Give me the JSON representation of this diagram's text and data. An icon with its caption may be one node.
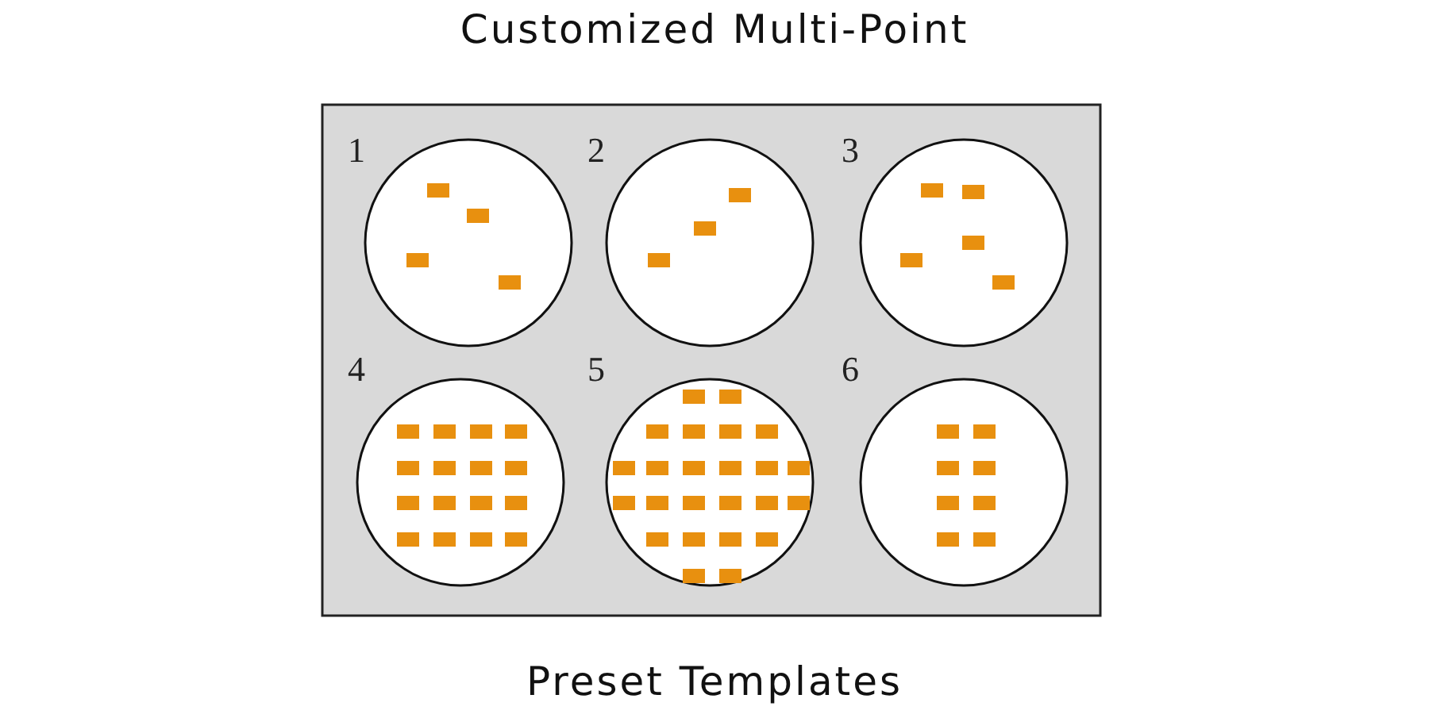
{
  "diagram": {
    "title": "Customized Multi-Point",
    "caption": "Preset Templates",
    "labels": [
      "1",
      "2",
      "3",
      "4",
      "5",
      "6"
    ]
  }
}
